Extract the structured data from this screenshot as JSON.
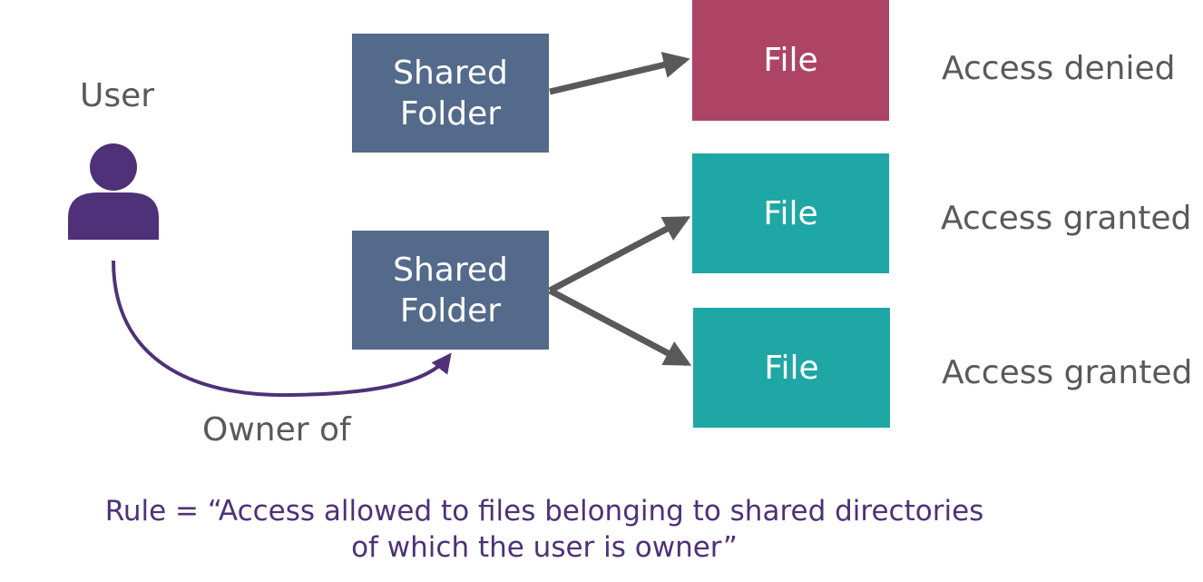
{
  "colors": {
    "user": "#4e3178",
    "folder": "#546a8b",
    "file_denied": "#ad4466",
    "file_granted": "#1fa7a5",
    "arrow": "#595959",
    "owner_arc": "#4e3178",
    "rule_text": "#4e3178",
    "label_text": "#595959"
  },
  "user": {
    "label": "User",
    "icon": "user-icon"
  },
  "owner_label": "Owner of",
  "folders": [
    {
      "line1": "Shared",
      "line2": "Folder"
    },
    {
      "line1": "Shared",
      "line2": "Folder"
    }
  ],
  "files": [
    {
      "label": "File",
      "status": "Access denied"
    },
    {
      "label": "File",
      "status": "Access granted"
    },
    {
      "label": "File",
      "status": "Access granted"
    }
  ],
  "rule": {
    "line1": "Rule = “Access allowed to files belonging to shared directories",
    "line2": "of which the user is owner”"
  }
}
